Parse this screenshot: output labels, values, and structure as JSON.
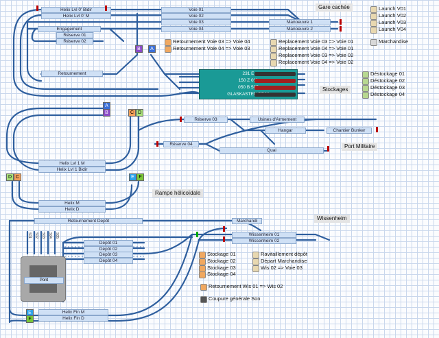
{
  "blocks": {
    "helix_lvl0_bidir": "Helix Lvl 0' Bidir",
    "helix_lvl0_m": "Helix Lvl 0' M",
    "voie01": "Voie 01",
    "voie02": "Voie 02",
    "voie03": "Voie 03",
    "voie04": "Voie 04",
    "manoeuvre1": "Manoeuvre 1",
    "manoeuvre2": "Manoeuvre 2",
    "engagement": "Engagement",
    "reserve01": "Réserve 01",
    "reserve02": "Réserve 02",
    "retournement": "Retournement",
    "reserve03": "Réserve 03",
    "usines": "Usines d'Armement",
    "hangar": "Hangar",
    "chantier": "Chantier Bunker",
    "reserve04": "Réserve 04",
    "quai": "Quai",
    "helix1m": "Helix Lvl 1 M",
    "helix1b": "Helix Lvl 1 Bidir",
    "helixm": "Helix M",
    "helixd": "Helix D",
    "retournement_depot": "Retournement Depôt",
    "marchandi": "Marchandi",
    "wiss01": "Wissenheim 01",
    "wiss02": "Wissenheim 02",
    "depot01": "Dépôt 01",
    "depot02": "Dépôt 02",
    "depot03": "Dépôt 03",
    "depot04": "Dépôt 04",
    "pont": "Pont",
    "helixfinm": "Helix Fin M",
    "helixfind": "Helix Fin D"
  },
  "stubs": [
    "S01",
    "S02",
    "S03",
    "S04",
    "S05"
  ],
  "labels": {
    "gare_cachee": "Gare cachée",
    "stockages": "Stockages",
    "port_militaire": "Port Militaire",
    "rampe": "Rampe hélicoïdale",
    "wissenheim": "Wissenheim"
  },
  "launch": [
    "Launch V01",
    "Launch V02",
    "Launch V03",
    "Launch V04"
  ],
  "retour_actions": [
    "Retournement Voie 03 => Voie 04",
    "Retournement Voie 04 => Voie 03"
  ],
  "replacement_actions": [
    "Replacement Voie 03 => Voie 01",
    "Replacement Voie 04 => Voie 01",
    "Replacement Voie 03 => Voie 02",
    "Replacement Voie 04 => Voie 02"
  ],
  "marchandise": "Marchandise",
  "destockage": [
    "Déstockage 01",
    "Déstockage 02",
    "Déstockage 03",
    "Déstockage 04"
  ],
  "stockage_trains": [
    "231 E",
    "150 Z 011",
    "050 B 505",
    "GLASKASTEN BR98"
  ],
  "stockage_actions": [
    "Stockage 01",
    "Stockage 02",
    "Stockage 03",
    "Stockage 04"
  ],
  "wiss_actions": [
    "Ravitaillement dépôt",
    "Départ Marchandise",
    "Wis 02 => Voie 03"
  ],
  "retour_wis": "Retournement Wis 01 => Wis 02",
  "coupure": "Coupure générale Son",
  "tags": {
    "a": "A",
    "b": "B",
    "c": "C",
    "d": "D",
    "e": "E",
    "f": "F"
  },
  "colors": {
    "track": "#2f5f9e",
    "block": "#cfe0f5",
    "stockage": "#1a9a96",
    "tag_a": "#3a6fd8",
    "tag_b": "#8a4ac8",
    "tag_c": "#f2a05a",
    "tag_d": "#a8e07a",
    "tag_e": "#2aa0e8",
    "tag_f": "#7ac83a"
  }
}
